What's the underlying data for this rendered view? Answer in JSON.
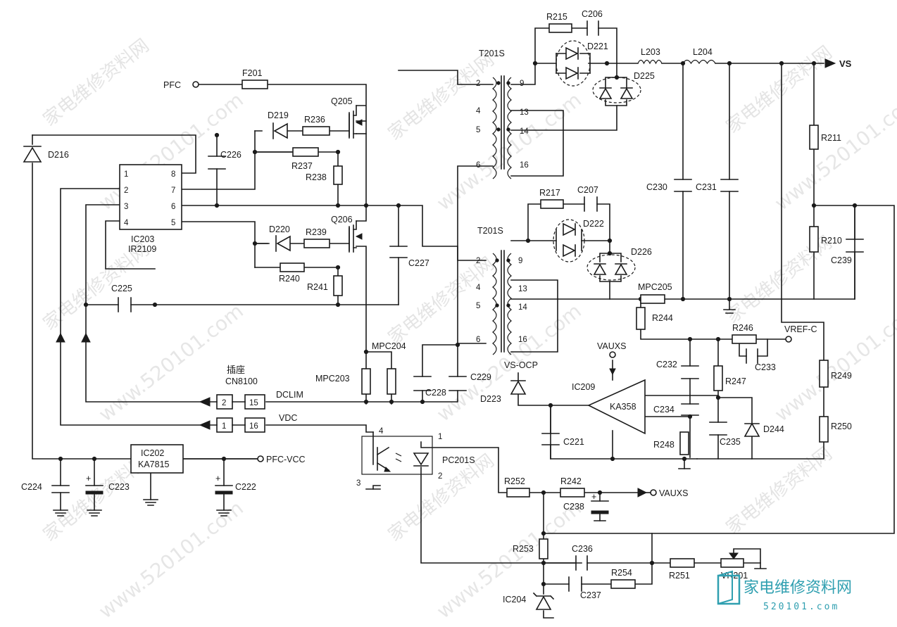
{
  "diagram": {
    "labels": {
      "pfc": "PFC",
      "f201": "F201",
      "q205": "Q205",
      "q206": "Q206",
      "d216": "D216",
      "d219": "D219",
      "d220": "D220",
      "r236": "R236",
      "r237": "R237",
      "r238": "R238",
      "r239": "R239",
      "r240": "R240",
      "r241": "R241",
      "c226": "C226",
      "c225": "C225",
      "c227": "C227",
      "ic203": "IC203",
      "ir2109": "IR2109",
      "t201s_top": "T201S",
      "t201s_bot": "T201S",
      "r215": "R215",
      "c206": "C206",
      "d221": "D221",
      "l203": "L203",
      "l204": "L204",
      "vs": "VS",
      "d225": "D225",
      "r217": "R217",
      "c207": "C207",
      "d222": "D222",
      "d226": "D226",
      "c230": "C230",
      "c231": "C231",
      "r211": "R211",
      "r210": "R210",
      "c239": "C239",
      "mpc205": "MPC205",
      "r244": "R244",
      "r246": "R246",
      "vref_c": "VREF-C",
      "c233": "C233",
      "c232": "C232",
      "r247": "R247",
      "r249": "R249",
      "r250": "R250",
      "vauxs1": "VAUXS",
      "vauxs2": "VAUXS",
      "ic209": "IC209",
      "ka358": "KA358",
      "vs_ocp": "VS-OCP",
      "d223": "D223",
      "c234": "C234",
      "c235": "C235",
      "d244": "D244",
      "r248": "R248",
      "c221": "C221",
      "mpc204": "MPC204",
      "mpc203": "MPC203",
      "c228": "C228",
      "c229": "C229",
      "socket_cn": "插座",
      "cn8100": "CN8100",
      "dclim": "DCLIM",
      "vdc": "VDC",
      "conn_2": "2",
      "conn_15": "15",
      "conn_1": "1",
      "conn_16": "16",
      "ic202": "IC202",
      "ka7815": "KA7815",
      "pfc_vcc": "PFC-VCC",
      "c224": "C224",
      "c223": "C223",
      "c222": "C222",
      "pc201s": "PC201S",
      "r252": "R252",
      "r242": "R242",
      "c238": "C238",
      "r253": "R253",
      "c236": "C236",
      "c237": "C237",
      "r254": "R254",
      "r251": "R251",
      "vr201": "VR201",
      "ic204": "IC204",
      "opto_4": "4",
      "opto_1": "1",
      "opto_3": "3",
      "opto_2": "2",
      "pin_1": "1",
      "pin_2": "2",
      "pin_3": "3",
      "pin_4": "4",
      "pin_5": "5",
      "pin_6": "6",
      "pin_7": "7",
      "pin_8": "8",
      "tp2": "2",
      "tp4": "4",
      "tp5": "5",
      "tp6": "6",
      "tp9": "9",
      "tp13": "13",
      "tp14": "14",
      "tp16": "16",
      "bp2": "2",
      "bp4": "4",
      "bp5": "5",
      "bp6": "6",
      "bp9": "9",
      "bp13": "13",
      "bp14": "14",
      "bp16": "16"
    },
    "watermark": {
      "cn_text": "家电维修资料网",
      "url_text": "www.520101.com"
    },
    "logo": {
      "cn_text": "家电维修资料网",
      "url_text": "520101.com"
    }
  }
}
